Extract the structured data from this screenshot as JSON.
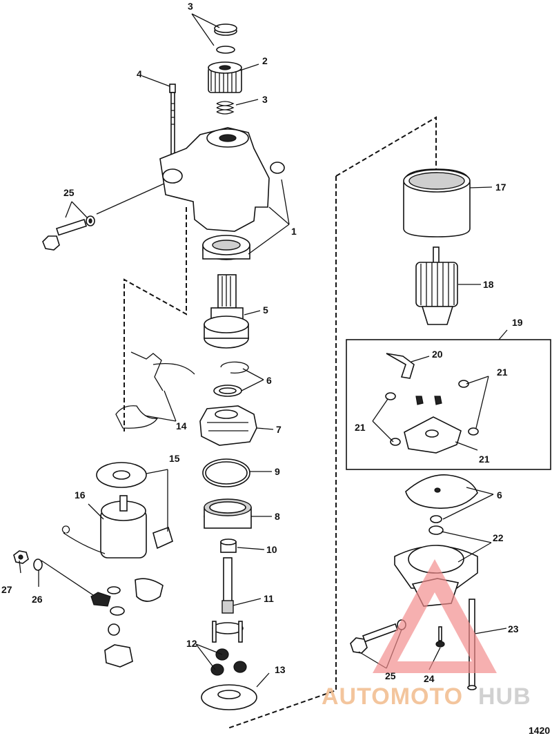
{
  "parts": [
    {
      "key": "p3a",
      "label": "3"
    },
    {
      "key": "p2",
      "label": "2"
    },
    {
      "key": "p3b",
      "label": "3"
    },
    {
      "key": "p4",
      "label": "4"
    },
    {
      "key": "p25a",
      "label": "25"
    },
    {
      "key": "p1",
      "label": "1"
    },
    {
      "key": "p5",
      "label": "5"
    },
    {
      "key": "p6a",
      "label": "6"
    },
    {
      "key": "p7",
      "label": "7"
    },
    {
      "key": "p9",
      "label": "9"
    },
    {
      "key": "p8",
      "label": "8"
    },
    {
      "key": "p10",
      "label": "10"
    },
    {
      "key": "p11",
      "label": "11"
    },
    {
      "key": "p12",
      "label": "12"
    },
    {
      "key": "p13",
      "label": "13"
    },
    {
      "key": "p14",
      "label": "14"
    },
    {
      "key": "p15",
      "label": "15"
    },
    {
      "key": "p16",
      "label": "16"
    },
    {
      "key": "p27",
      "label": "27"
    },
    {
      "key": "p26",
      "label": "26"
    },
    {
      "key": "p17",
      "label": "17"
    },
    {
      "key": "p18",
      "label": "18"
    },
    {
      "key": "p19",
      "label": "19"
    },
    {
      "key": "p20",
      "label": "20"
    },
    {
      "key": "p21a",
      "label": "21"
    },
    {
      "key": "p21b",
      "label": "21"
    },
    {
      "key": "p21c",
      "label": "21"
    },
    {
      "key": "p6b",
      "label": "6"
    },
    {
      "key": "p22",
      "label": "22"
    },
    {
      "key": "p23",
      "label": "23"
    },
    {
      "key": "p24",
      "label": "24"
    },
    {
      "key": "p25b",
      "label": "25"
    }
  ],
  "figure_number": "1420",
  "watermark": {
    "text_left": "AUTOMOTO",
    "text_right": "HUB",
    "colors": {
      "left": "#f2bc8c",
      "right": "#c9c9c9",
      "triangle": "#f28b8b"
    }
  }
}
